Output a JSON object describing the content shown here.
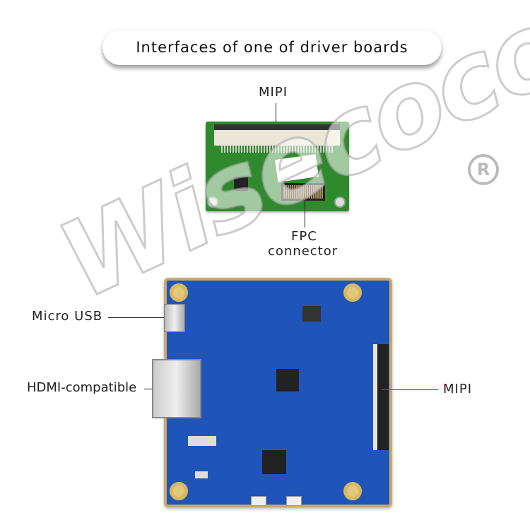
{
  "title": "Interfaces of one of driver boards",
  "labels": {
    "mipi_top": "MIPI",
    "fpc_line1": "FPC",
    "fpc_line2": "connector",
    "micro_usb": "Micro USB",
    "hdmi": "HDMI-compatible",
    "mipi_right": "MIPI"
  },
  "watermark": "Wisecoco",
  "registered_mark": "R",
  "colors": {
    "fpc_board": "#2f8a2e",
    "main_board": "#1f55b8",
    "board_edge": "#c9a96e",
    "pointer_right": "#d9232a"
  }
}
